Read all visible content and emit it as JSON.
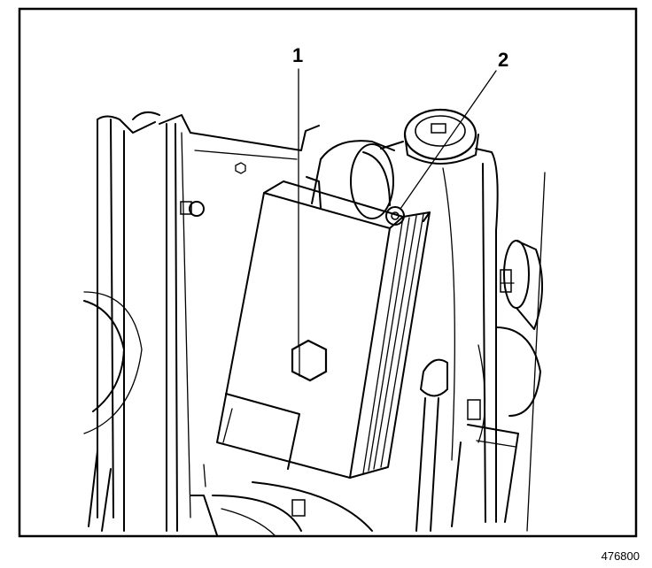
{
  "callouts": [
    {
      "label": "1"
    },
    {
      "label": "2"
    }
  ],
  "figure_id": "476800",
  "colors": {
    "ink": "#000000",
    "background": "#ffffff"
  }
}
